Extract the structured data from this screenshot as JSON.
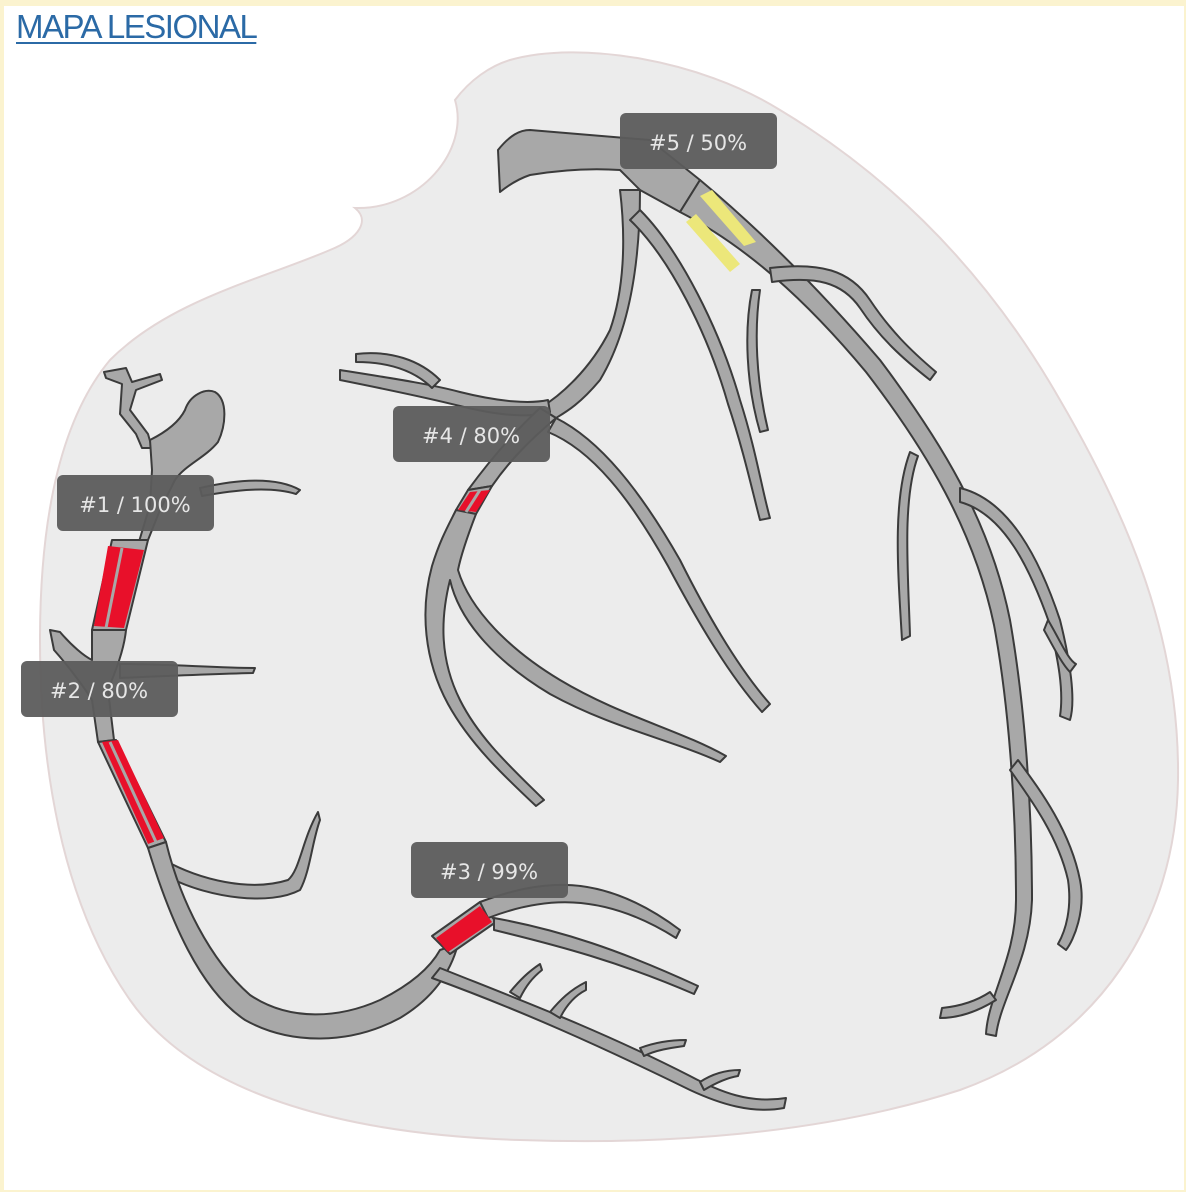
{
  "title": "MAPA LESIONAL",
  "colors": {
    "page_background": "#fbf3cf",
    "heart_fill": "#ececec",
    "vessel_fill": "#a8a8a8",
    "severe_lesion": "#e8102a",
    "moderate_lesion": "#ece77a",
    "label_background": "#5c5c5c",
    "link": "#2b6aa6"
  },
  "lesions": [
    {
      "id": "1",
      "label": "#1 / 100%",
      "severity_percent": 100,
      "color": "#e8102a"
    },
    {
      "id": "2",
      "label": "#2 / 80%",
      "severity_percent": 80,
      "color": "#e8102a"
    },
    {
      "id": "3",
      "label": "#3 / 99%",
      "severity_percent": 99,
      "color": "#e8102a"
    },
    {
      "id": "4",
      "label": "#4 / 80%",
      "severity_percent": 80,
      "color": "#e8102a"
    },
    {
      "id": "5",
      "label": "#5 / 50%",
      "severity_percent": 50,
      "color": "#ece77a"
    }
  ]
}
